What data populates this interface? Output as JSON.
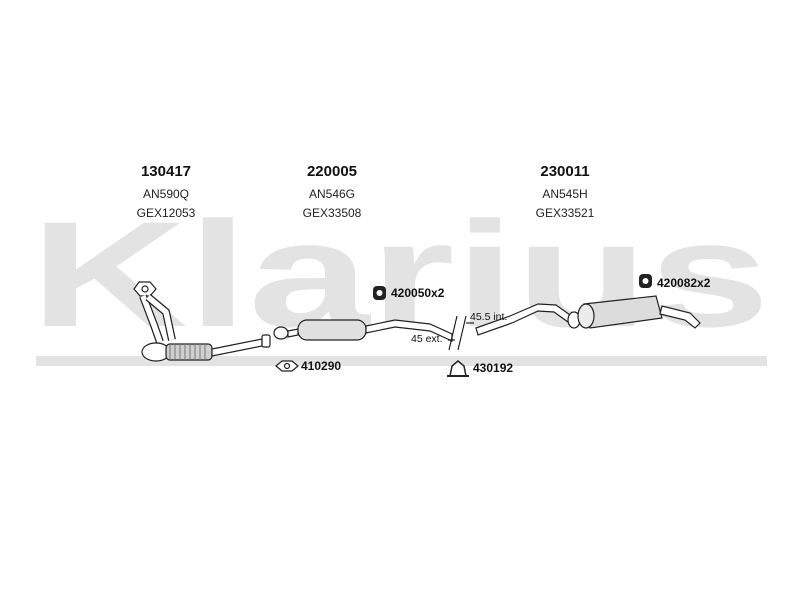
{
  "brand": {
    "watermark": "Klarius"
  },
  "groups": [
    {
      "part_number": "130417",
      "code": "AN590Q",
      "ref": "GEX12053"
    },
    {
      "part_number": "220005",
      "code": "AN546G",
      "ref": "GEX33508"
    },
    {
      "part_number": "230011",
      "code": "AN545H",
      "ref": "GEX33521"
    }
  ],
  "callouts": {
    "gasket": "410290",
    "hanger_mid": "420050x2",
    "clamp": "430192",
    "hanger_rear": "420082x2"
  },
  "dimensions": {
    "internal": "45.5 int.",
    "external": "45 ext."
  }
}
